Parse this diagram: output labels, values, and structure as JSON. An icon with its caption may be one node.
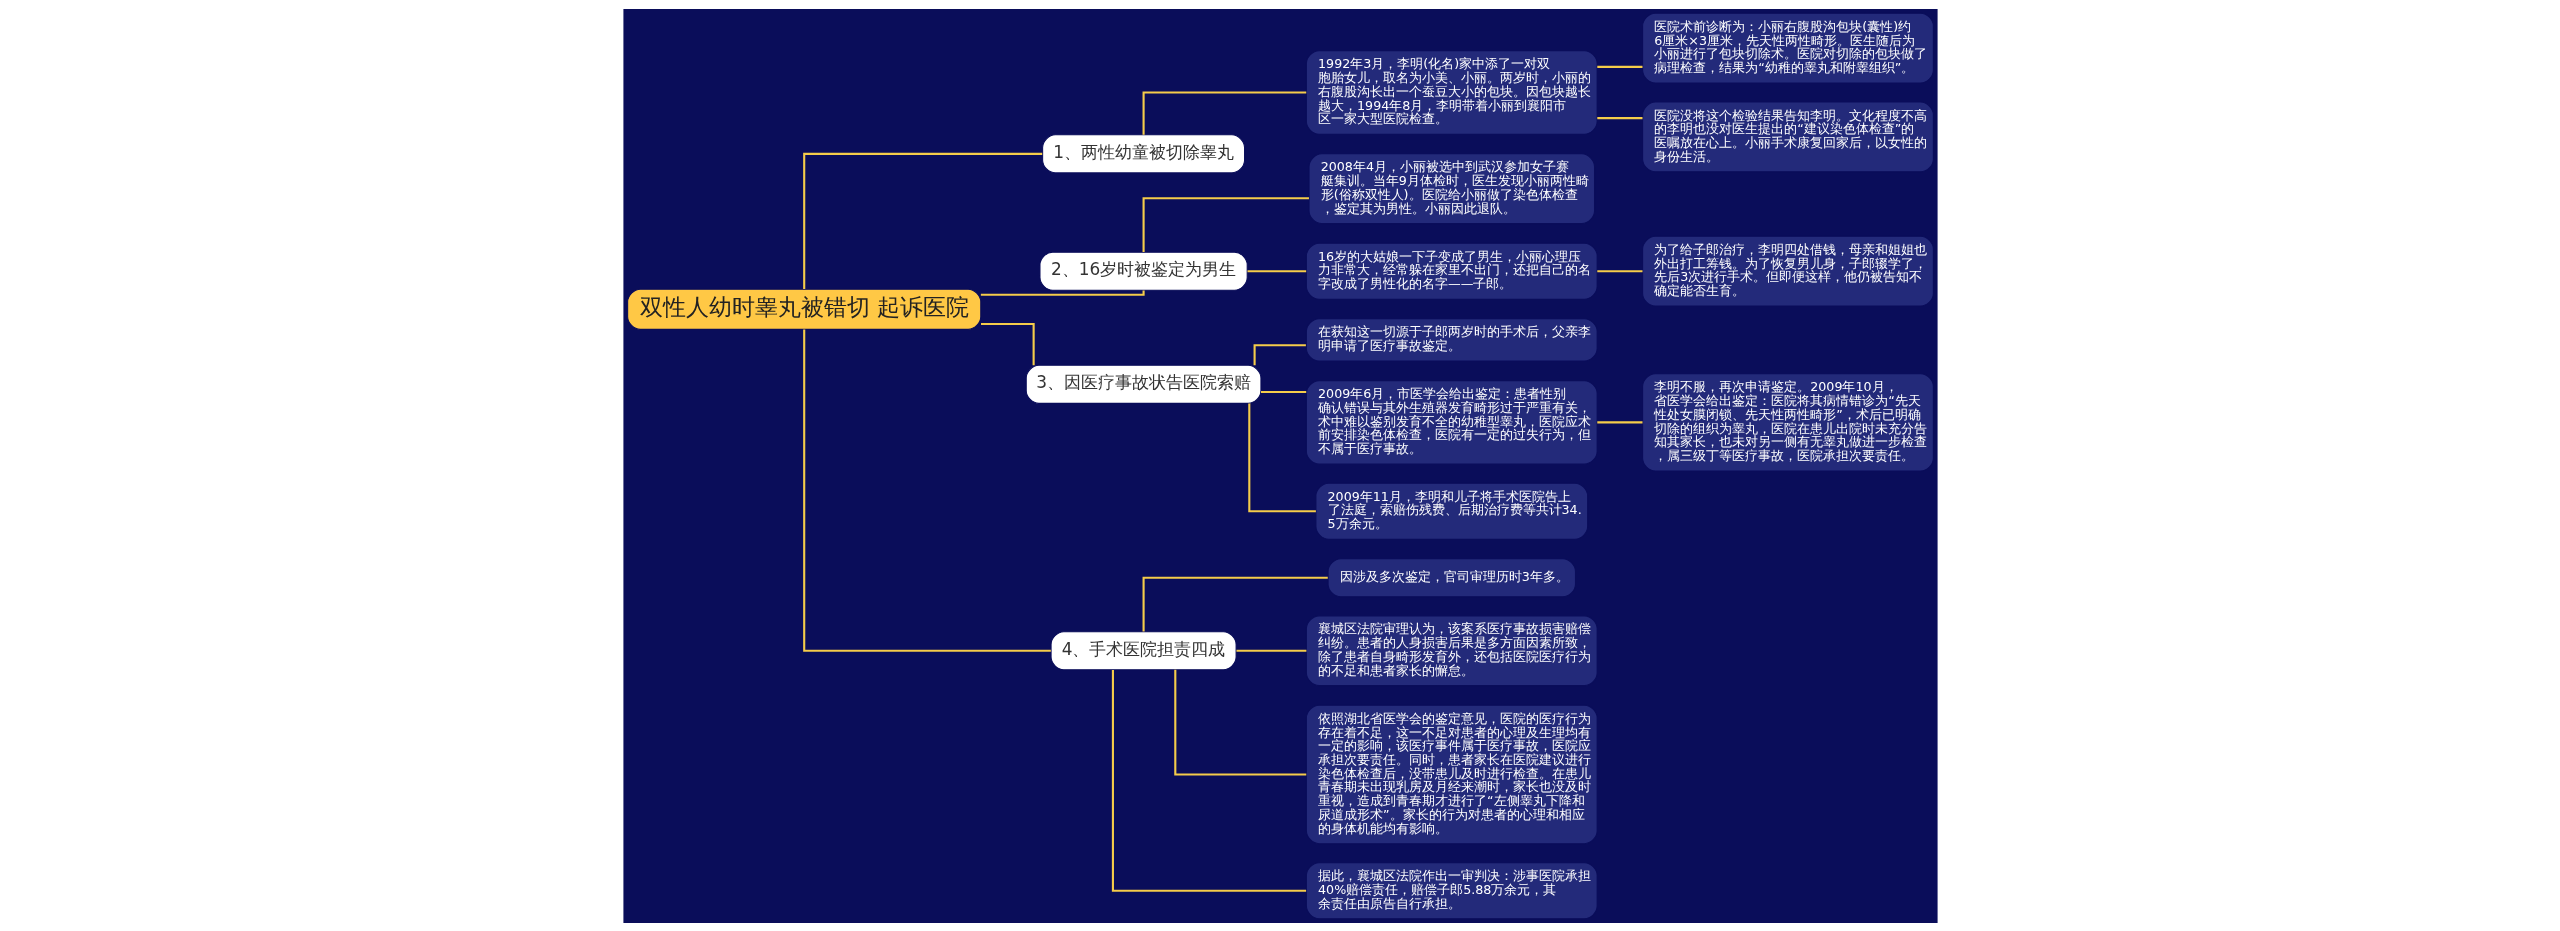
{
  "diagram": {
    "nodes": [
      {
        "text": [
          "双性人幼时睾丸被错切 起诉医院"
        ]
      },
      {
        "text": [
          "1、两性幼童被切除睾丸"
        ]
      },
      {
        "text": [
          "1992年3月，李明(化名)家中添了一对双胞胎女儿，取名为小美、小丽。两岁时，小丽的右腹股沟长出一个蚕豆大小的包块。因包块越长越大，1994年8月，李明带着小丽到襄阳市区一家大型医院检查。"
        ]
      },
      {
        "text": [
          "医院术前诊断为：小丽右腹股沟包块(囊性)约6厘米×3厘米，先天性两性畸形。医生随后为小丽进行了包块切除术。医院对切除的包块做了病理检查，结果为“幼稚的睾丸和附睾组织”。"
        ]
      },
      {
        "text": [
          "医院没将这个检验结果告知李明。文化程度不高的李明也没对医生提出的“建议染色体检查”的医嘱放在心上。小丽手术康复回家后，以女性的身份生活。"
        ]
      },
      {
        "text": [
          "2、16岁时被鉴定为男生"
        ]
      },
      {
        "text": [
          "2008年4月，小丽被选中到武汉参加女子赛艇集训。当年9月体检时，医生发现小丽两性畸形(俗称双性人)。医院给小丽做了染色体检查，鉴定其为男性。小丽因此退队。"
        ]
      },
      {
        "text": [
          "16岁的大姑娘一下子变成了男生，小丽心理压力非常大，经常躲在家里不出门，还把自己的名字改成了男性化的名字——子郎。"
        ]
      },
      {
        "text": [
          "为了给子郎治疗，李明四处借钱，母亲和姐姐也外出打工筹钱。为了恢复男儿身，子郎辍学了，先后3次进行手术。但即便这样，他仍被告知不确定能否生育。"
        ]
      },
      {
        "text": [
          "3、因医疗事故状告医院索赔"
        ]
      },
      {
        "text": [
          "在获知这一切源于子郎两岁时的手术后，父亲李明申请了医疗事故鉴定。"
        ]
      },
      {
        "text": [
          "2009年6月，市医学会给出鉴定：患者性别确认错误与其外生殖器发育畸形过于严重有关，术中难以鉴别发育不全的幼稚型睾丸，医院应术前安排染色体检查，医院有一定的过失行为，但不属于医疗事故。"
        ]
      },
      {
        "text": [
          "李明不服，再次申请鉴定。2009年10月，省医学会给出鉴定：医院将其病情错诊为“先天性处女膜闭锁、先天性两性畸形”，术后已明确切除的组织为睾丸，医院在患儿出院时未充分告知其家长，也未对另一侧有无睾丸做进一步检查，属三级丁等医疗事故，医院承担次要责任。"
        ]
      },
      {
        "text": [
          "2009年11月，李明和儿子将手术医院告上了法庭，索赔伤残费、后期治疗费等共计34.5万余元。"
        ]
      },
      {
        "text": [
          "4、手术医院担责四成"
        ]
      },
      {
        "text": [
          "因涉及多次鉴定，官司审理历时3年多。"
        ]
      },
      {
        "text": [
          "襄城区法院审理认为，该案系医疗事故损害赔偿纠纷。患者的人身损害后果是多方面因素所致，除了患者自身畸形发育外，还包括医院医疗行为的不足和患者家长的懈怠。"
        ]
      },
      {
        "text": [
          "依照湖北省医学会的鉴定意见，医院的医疗行为存在着不足，这一不足对患者的心理及生理均有一定的影响，该医疗事件属于医疗事故，医院应承担次要责任。同时，患者家长在医院建议进行染色体检查后，没带患儿及时进行检查。在患儿青春期未出现乳房及月经来潮时，家长也没及时重视，造成到青春期才进行了“左侧睾丸下降和尿道成形术”。家长的行为对患者的心理和相应的身体机能均有影响。"
        ]
      },
      {
        "text": [
          "据此，襄城区法院作出一审判决：涉事医院承担40%赔偿责任，赔偿子郎5.88万余元，其余责任由原告自行承担。"
        ]
      }
    ],
    "edges": [
      {
        "from": 0,
        "to": 1,
        "arrow": "none"
      },
      {
        "from": 1,
        "to": 2,
        "arrow": "none"
      },
      {
        "from": 2,
        "to": 3,
        "arrow": "none"
      },
      {
        "from": 2,
        "to": 4,
        "arrow": "none"
      },
      {
        "from": 0,
        "to": 5,
        "arrow": "none"
      },
      {
        "from": 5,
        "to": 6,
        "arrow": "none"
      },
      {
        "from": 5,
        "to": 7,
        "arrow": "none"
      },
      {
        "from": 7,
        "to": 8,
        "arrow": "none"
      },
      {
        "from": 0,
        "to": 9,
        "arrow": "none"
      },
      {
        "from": 9,
        "to": 10,
        "arrow": "none"
      },
      {
        "from": 9,
        "to": 11,
        "arrow": "none"
      },
      {
        "from": 11,
        "to": 12,
        "arrow": "none"
      },
      {
        "from": 9,
        "to": 13,
        "arrow": "none"
      },
      {
        "from": 0,
        "to": 14,
        "arrow": "none"
      },
      {
        "from": 14,
        "to": 15,
        "arrow": "none"
      },
      {
        "from": 14,
        "to": 16,
        "arrow": "none"
      },
      {
        "from": 14,
        "to": 17,
        "arrow": "none"
      },
      {
        "from": 14,
        "to": 18,
        "arrow": "none"
      }
    ]
  }
}
